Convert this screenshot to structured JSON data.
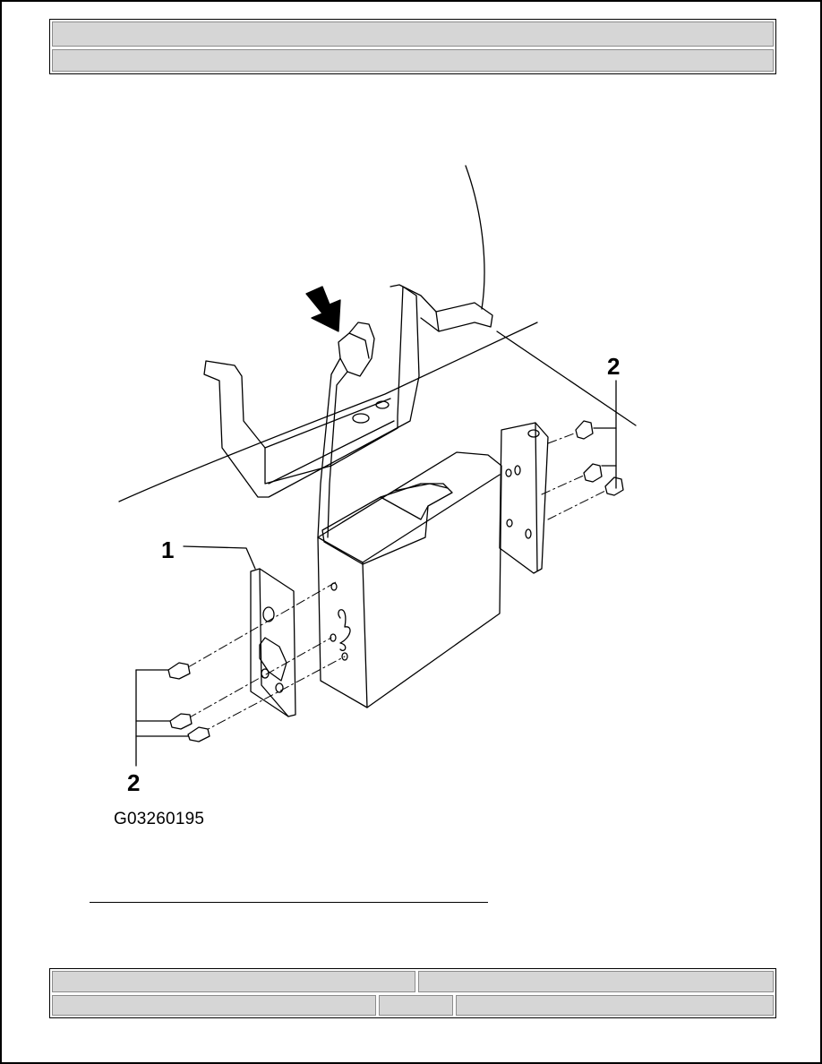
{
  "header": {
    "row1_text": "",
    "row2_text": ""
  },
  "figure": {
    "callouts": [
      "1",
      "2",
      "2"
    ],
    "code": "G03260195"
  },
  "footer": {
    "cell1": "",
    "cell2": "",
    "cell3": "",
    "cell4": "",
    "cell5": ""
  }
}
